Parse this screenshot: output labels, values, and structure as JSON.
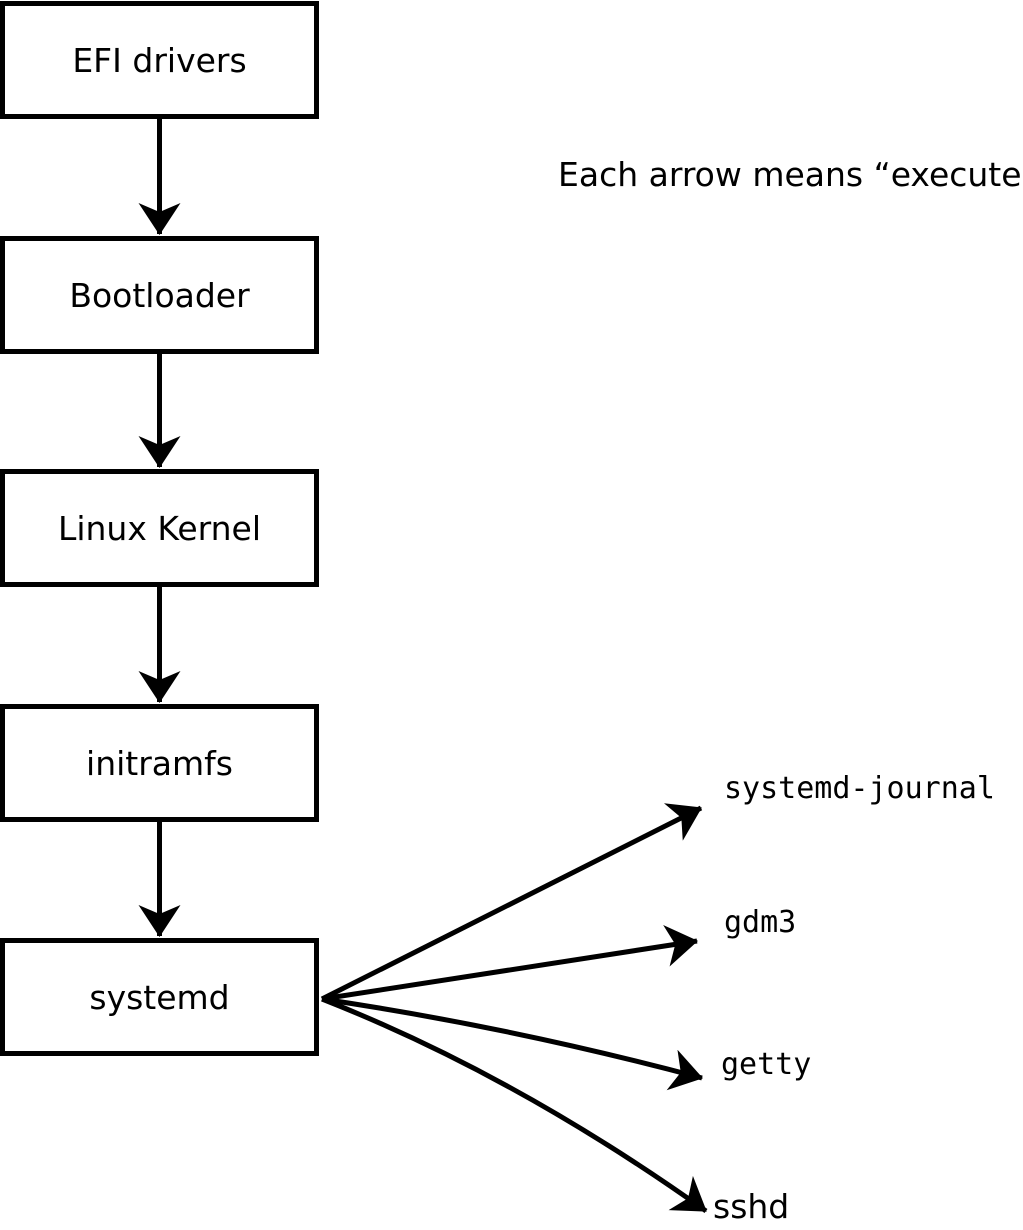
{
  "annotation": "Each arrow means “executes”.",
  "boxes": [
    {
      "label": "EFI drivers"
    },
    {
      "label": "Bootloader"
    },
    {
      "label": "Linux Kernel"
    },
    {
      "label": "initramfs"
    },
    {
      "label": "systemd"
    }
  ],
  "fanout": [
    {
      "label": "systemd-journal"
    },
    {
      "label": "gdm3"
    },
    {
      "label": "getty"
    },
    {
      "label": "sshd"
    }
  ],
  "colors": {
    "background": "#ffffff",
    "stroke": "#000000",
    "text": "#000000"
  }
}
